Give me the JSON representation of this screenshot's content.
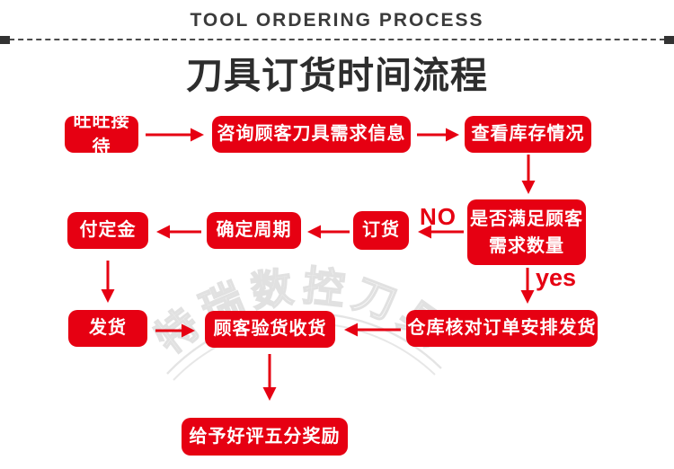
{
  "header": {
    "title_en": "TOOL ORDERING PROCESS",
    "title_zh": "刀具订货时间流程"
  },
  "colors": {
    "brand_red": "#e60012",
    "arrow_red": "#e60012",
    "title_dark": "#2d2d2d",
    "subtitle_gray": "#3b3b3b",
    "watermark_gray": "#d7d7d7"
  },
  "watermark": {
    "text": "特瑞数控刀具"
  },
  "flow": {
    "nodes": [
      {
        "id": "reception",
        "label": "旺旺接待"
      },
      {
        "id": "consult",
        "label": "咨询顾客刀具需求信息"
      },
      {
        "id": "check-stock",
        "label": "查看库存情况"
      },
      {
        "id": "meet-demand",
        "label_line1": "是否满足顾客",
        "label_line2": "需求数量"
      },
      {
        "id": "order",
        "label": "订货"
      },
      {
        "id": "confirm-cycle",
        "label": "确定周期"
      },
      {
        "id": "deposit",
        "label": "付定金"
      },
      {
        "id": "ship",
        "label": "发货"
      },
      {
        "id": "inspect",
        "label": "顾客验货收货"
      },
      {
        "id": "warehouse",
        "label": "仓库核对订单安排发货"
      },
      {
        "id": "review",
        "label": "给予好评五分奖励"
      }
    ],
    "branch_labels": {
      "no": "NO",
      "yes": "yes"
    }
  }
}
